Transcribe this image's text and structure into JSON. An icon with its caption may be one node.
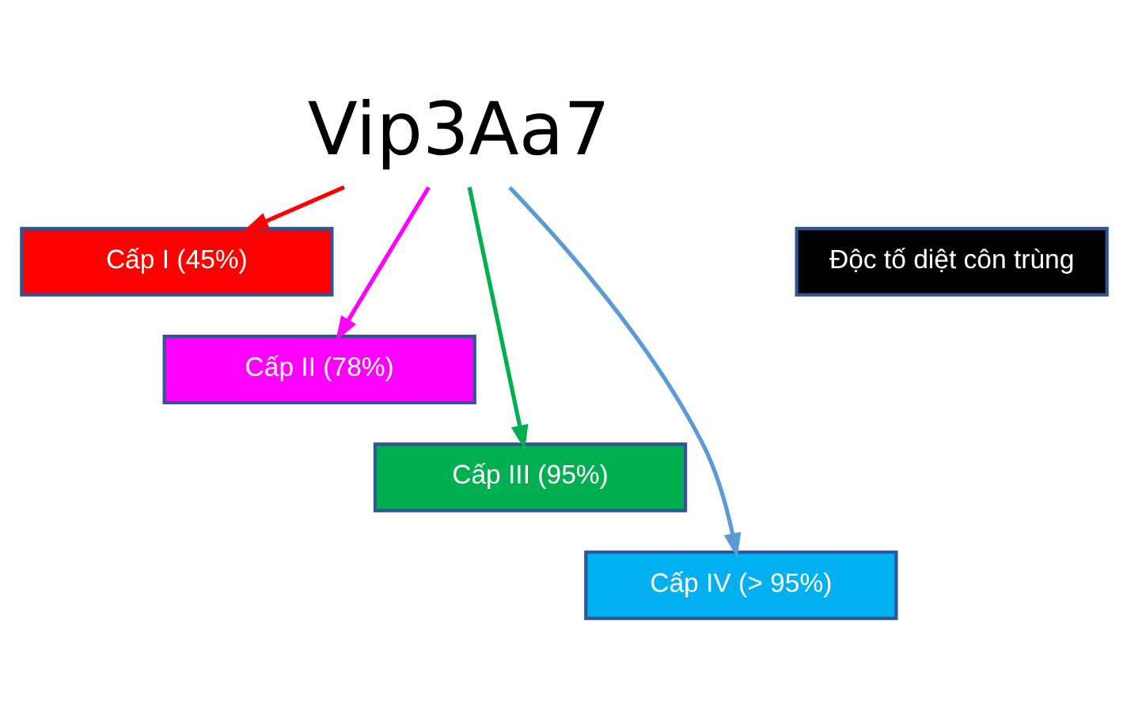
{
  "diagram": {
    "nodes": [
      {
        "text": [
          "Vip3Aa7"
        ]
      },
      {
        "text": [
          "Độc tố diệt côn trùng"
        ]
      },
      {
        "text": [
          "Cấp I (45%)"
        ]
      },
      {
        "text": [
          "Cấp II (78%)"
        ]
      },
      {
        "text": [
          "Cấp III (95%)"
        ]
      },
      {
        "text": [
          "Cấp IV (> 95%)"
        ]
      }
    ],
    "edges": [
      {
        "from": 0,
        "to": 2,
        "arrow": "to",
        "color": "#ff0000"
      },
      {
        "from": 0,
        "to": 3,
        "arrow": "to",
        "color": "#ff00ff"
      },
      {
        "from": 0,
        "to": 4,
        "arrow": "to",
        "color": "#00b050"
      },
      {
        "from": 0,
        "to": 5,
        "arrow": "to",
        "color": "#5b9bd5"
      }
    ]
  }
}
